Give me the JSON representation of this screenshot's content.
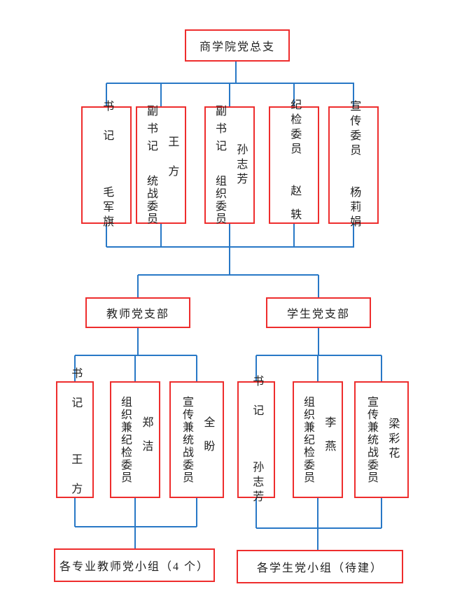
{
  "colors": {
    "box_border": "#ee2d2d",
    "connector_line": "#2878c6",
    "text": "#212121"
  },
  "root_box": {
    "label": "商学院党总支"
  },
  "committee": [
    {
      "role": "书记",
      "name": "毛军旗"
    },
    {
      "role1": "副书记",
      "role2": "统战委员",
      "name": "王方"
    },
    {
      "role1": "副书记",
      "role2": "组织委员",
      "name": "孙志芳"
    },
    {
      "role": "纪检委员",
      "name": "赵轶"
    },
    {
      "role": "宣传委员",
      "name": "杨莉娟"
    }
  ],
  "branches": [
    {
      "label": "教师党支部",
      "members": [
        {
          "role": "书记",
          "name": "王方"
        },
        {
          "role": "组织兼纪检委员",
          "name": "郑洁"
        },
        {
          "role": "宣传兼统战委员",
          "name": "全盼"
        }
      ],
      "group_label": "各专业教师党小组（4 个）"
    },
    {
      "label": "学生党支部",
      "members": [
        {
          "role": "书记",
          "name": "孙志芳"
        },
        {
          "role": "组织兼纪检委员",
          "name": "李燕"
        },
        {
          "role": "宣传兼统战委员",
          "name": "梁彩花"
        }
      ],
      "group_label": "各学生党小组（待建）"
    }
  ]
}
